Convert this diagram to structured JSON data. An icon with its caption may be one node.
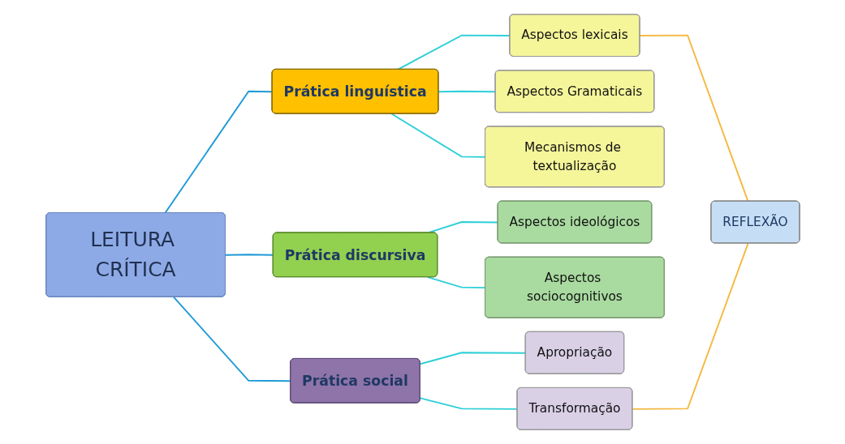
{
  "diagram": {
    "nodes": [
      {
        "text": [
          "LEITURA CRÍTICA"
        ]
      },
      {
        "text": [
          "Prática linguística"
        ]
      },
      {
        "text": [
          "Aspectos lexicais"
        ]
      },
      {
        "text": [
          "Aspectos Gramaticais"
        ]
      },
      {
        "text": [
          "Mecanismos de textualização"
        ]
      },
      {
        "text": [
          "Prática discursiva"
        ]
      },
      {
        "text": [
          "Aspectos ideológicos"
        ]
      },
      {
        "text": [
          "Aspectos sociocognitivos"
        ]
      },
      {
        "text": [
          "Prática social"
        ]
      },
      {
        "text": [
          "Apropriação"
        ]
      },
      {
        "text": [
          "Transformação"
        ]
      },
      {
        "text": [
          "REFLEXÃO"
        ]
      }
    ],
    "edges": [
      {
        "from": 0,
        "to": 1,
        "arrow": "none",
        "color": "#1f9ad6"
      },
      {
        "from": 0,
        "to": 5,
        "arrow": "none",
        "color": "#1f9ad6"
      },
      {
        "from": 0,
        "to": 8,
        "arrow": "none",
        "color": "#1f9ad6"
      },
      {
        "from": 1,
        "to": 2,
        "arrow": "none"
      },
      {
        "from": 1,
        "to": 3,
        "arrow": "none"
      },
      {
        "from": 1,
        "to": 4,
        "arrow": "none"
      },
      {
        "from": 5,
        "to": 6,
        "arrow": "none"
      },
      {
        "from": 5,
        "to": 7,
        "arrow": "none"
      },
      {
        "from": 8,
        "to": 9,
        "arrow": "none"
      },
      {
        "from": 8,
        "to": 10,
        "arrow": "none"
      },
      {
        "from": 2,
        "to": 11,
        "arrow": "none",
        "color": "#f5b942"
      },
      {
        "from": 10,
        "to": 11,
        "arrow": "none",
        "color": "#f5b942"
      }
    ]
  }
}
